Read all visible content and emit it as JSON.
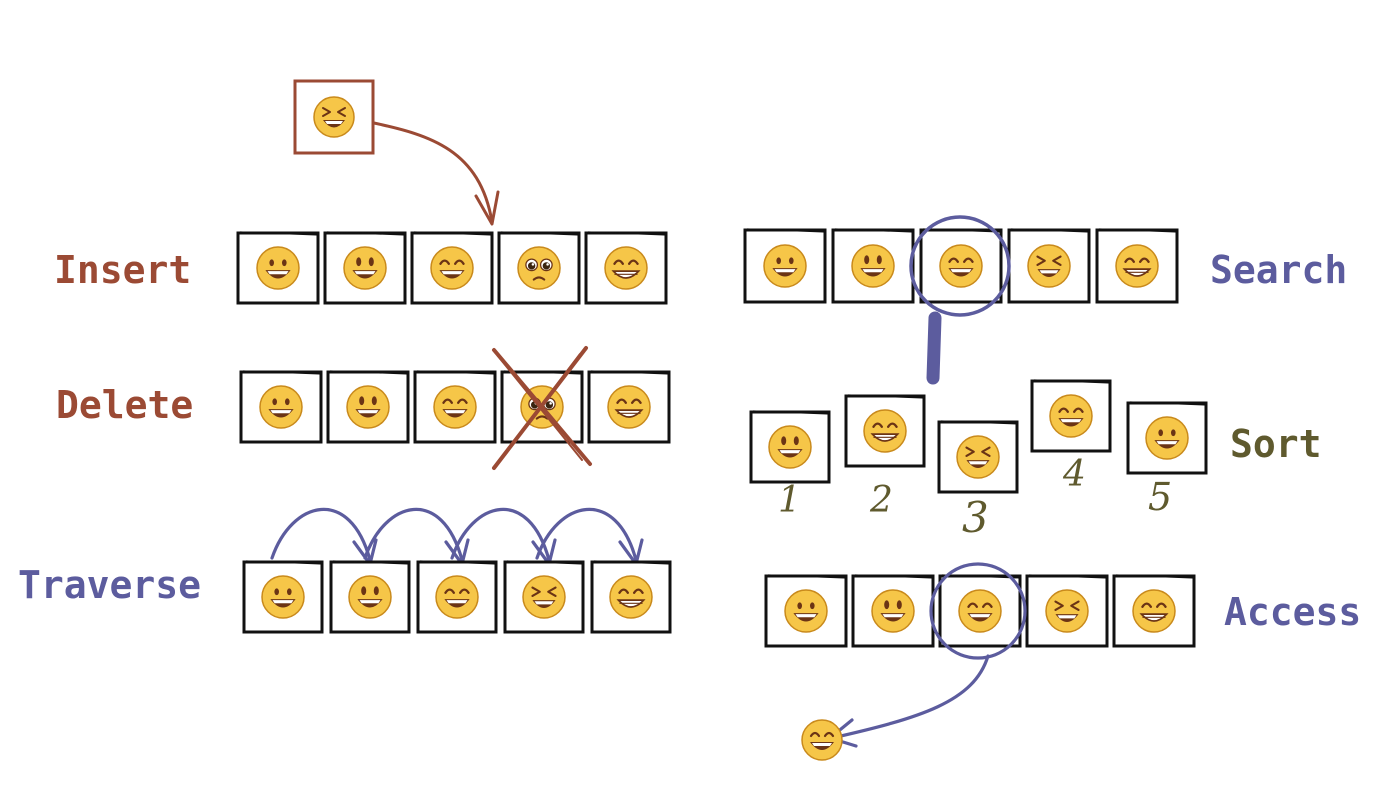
{
  "colors": {
    "insert": "#9b4a34",
    "delete": "#9b4a34",
    "traverse": "#5c5c9e",
    "search": "#5c5c9e",
    "sort": "#5f5a2e",
    "access": "#5c5c9e",
    "box": "#111111",
    "face": "#f6c648",
    "face_edge": "#c98a1c",
    "mouth": "#6b3415"
  },
  "icons": {
    "grinning": "grinning-face-icon",
    "smiley": "smiley-face-icon",
    "smile": "smile-face-icon",
    "laughing": "laughing-face-icon",
    "pleading": "pleading-face-icon",
    "grin": "grin-face-icon"
  },
  "operations": {
    "insert": {
      "label": "Insert",
      "new_item": "laughing",
      "items": [
        "grinning",
        "smiley",
        "smile",
        "pleading",
        "grin"
      ]
    },
    "delete": {
      "label": "Delete",
      "items": [
        "grinning",
        "smiley",
        "smile",
        "pleading",
        "grin"
      ],
      "deleted_index": 3
    },
    "traverse": {
      "label": "Traverse",
      "items": [
        "grinning",
        "smiley",
        "smile",
        "laughing",
        "grin"
      ]
    },
    "search": {
      "label": "Search",
      "items": [
        "grinning",
        "smiley",
        "smile",
        "laughing",
        "grin"
      ],
      "found_index": 2
    },
    "sort": {
      "label": "Sort",
      "items": [
        "smiley",
        "grin",
        "laughing",
        "smile",
        "grinning"
      ],
      "index_labels": [
        "1",
        "2",
        "3",
        "4",
        "5"
      ]
    },
    "access": {
      "label": "Access",
      "items": [
        "grinning",
        "smiley",
        "smile",
        "laughing",
        "grin"
      ],
      "accessed_index": 2,
      "result": "smile"
    }
  }
}
